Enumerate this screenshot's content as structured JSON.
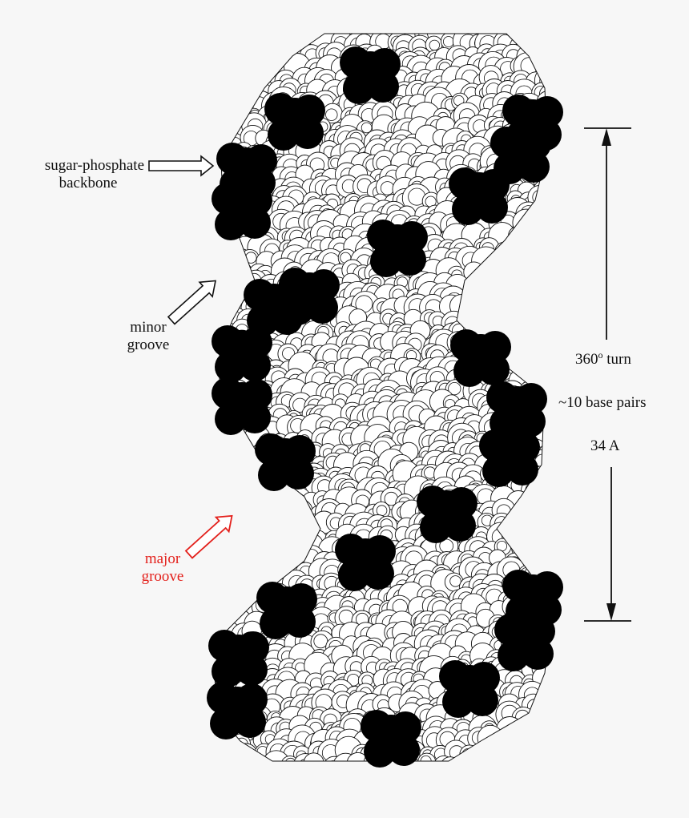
{
  "labels": {
    "backbone_line1": "sugar-phosphate",
    "backbone_line2": "backbone",
    "minor_line1": "minor",
    "minor_line2": "groove",
    "major_line1": "major",
    "major_line2": "groove",
    "turn_number": "360",
    "turn_superscript": "o",
    "turn_word": "turn",
    "base_pairs": "~10 base pairs",
    "length": "34 A"
  },
  "colors": {
    "background": "#f7f7f7",
    "ink": "#111111",
    "atom_fill": "#ffffff",
    "phosphate": "#000000",
    "major_groove_label": "#e3201b"
  },
  "icons": [
    "hollow-arrow-icon",
    "measurement-arrow-icon"
  ]
}
